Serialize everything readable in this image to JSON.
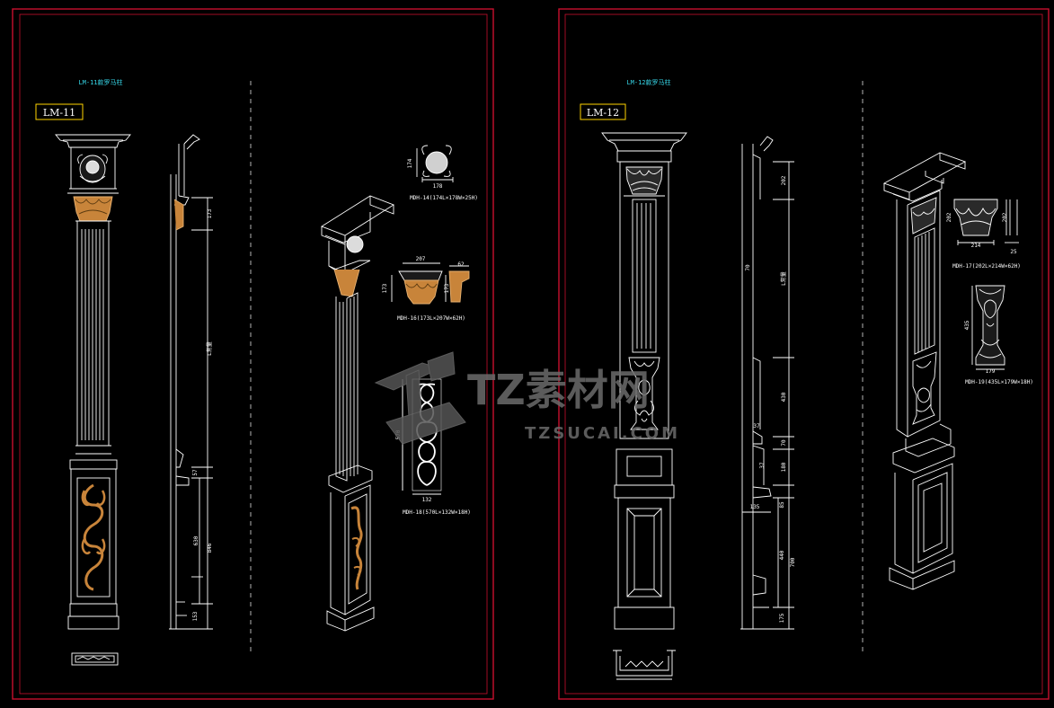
{
  "sheets": [
    {
      "title": "LM-11款罗马柱",
      "tag": "LM-11",
      "dims": {
        "d173": "173",
        "dL": "L常量",
        "d57": "57",
        "d630": "630",
        "d846": "846",
        "d153": "153"
      },
      "parts": [
        {
          "caption": "MDH-14(174L×178W×25H)",
          "w": "178",
          "h": "174"
        },
        {
          "caption": "MDH-16(173L×207W×62H)",
          "w": "207",
          "h": "173",
          "d": "62"
        },
        {
          "caption": "MDH-18(570L×132W×18H)",
          "w": "132",
          "h": "570"
        }
      ]
    },
    {
      "title": "LM-12款罗马柱",
      "tag": "LM-12",
      "dims": {
        "d202": "202",
        "d70": "70",
        "dL": "L常量",
        "d430": "430",
        "d37": "37",
        "d70b": "70",
        "d37b": "37",
        "d180": "180",
        "d135": "135",
        "d85": "85",
        "d440": "440",
        "d700": "700",
        "d175": "175"
      },
      "parts": [
        {
          "caption": "MDH-17(202L×214W×62H)",
          "w": "214",
          "h": "202",
          "d": "25"
        },
        {
          "caption": "MDH-19(435L×179W×18H)",
          "w": "179",
          "h": "435"
        }
      ]
    }
  ],
  "watermark": {
    "brand": "TZ素材网",
    "url": "TZSUCAI.COM"
  },
  "colors": {
    "background": "#000000",
    "frame": "#c8102e",
    "line": "#ffffff",
    "ornament": "#c8843a",
    "title": "#36d6e7",
    "tag_border": "#ffd400"
  }
}
